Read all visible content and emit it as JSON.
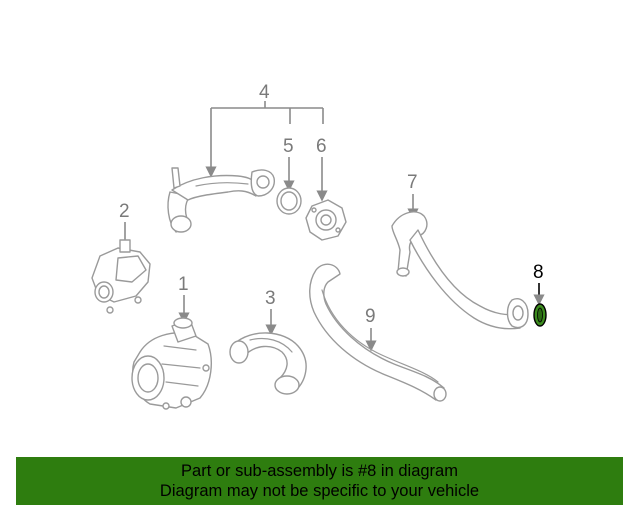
{
  "callouts": {
    "c1": "1",
    "c2": "2",
    "c3": "3",
    "c4": "4",
    "c5": "5",
    "c6": "6",
    "c7": "7",
    "c8": "8",
    "c9": "9"
  },
  "highlighted_part": "8",
  "colors": {
    "banner_bg": "#2e7d0f",
    "highlight_part_fill": "#3c8c1e",
    "line_art": "#9a9a9a"
  },
  "footer": {
    "line1": "Part or sub-assembly is #8 in diagram",
    "line2": "Diagram may not be specific to your vehicle"
  }
}
